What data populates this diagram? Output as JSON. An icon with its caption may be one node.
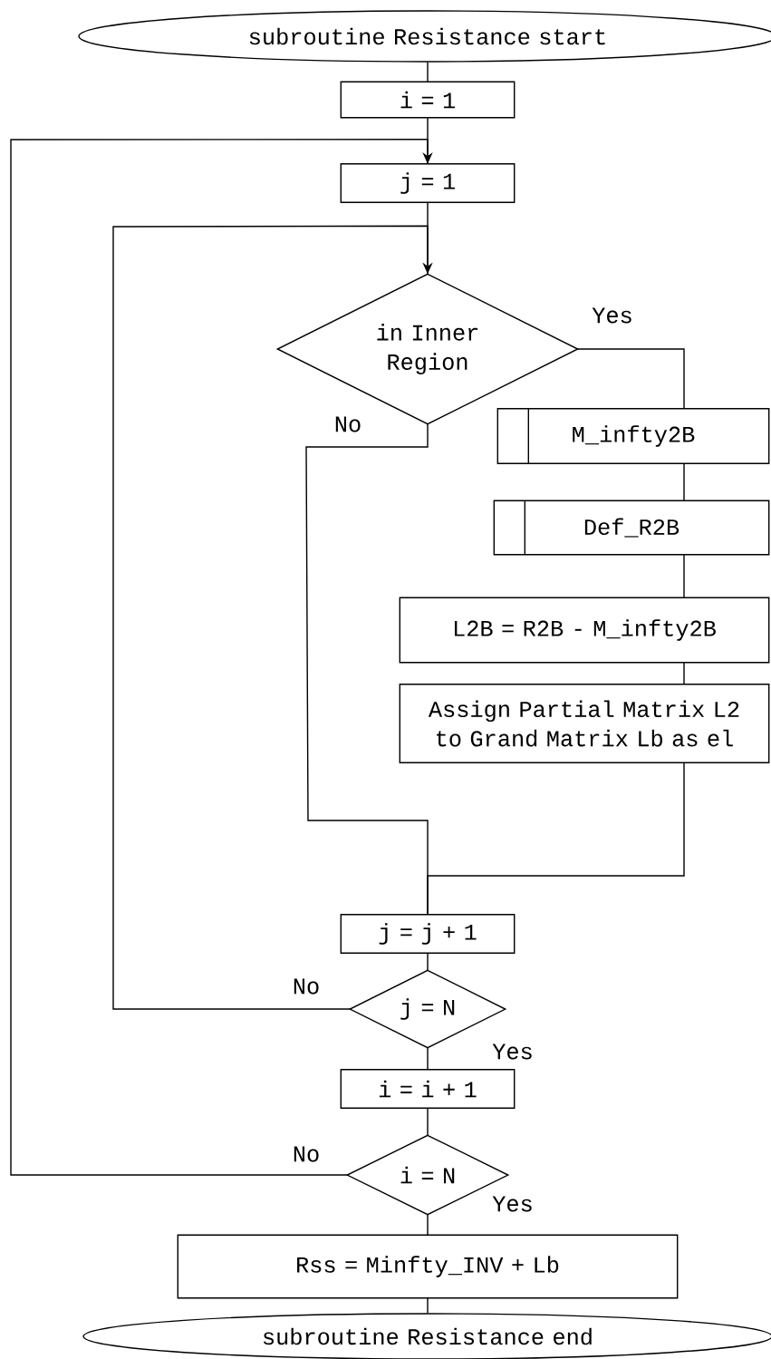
{
  "diagram": {
    "nodes": [
      {
        "text": [
          "subroutine Resistance start"
        ]
      },
      {
        "text": [
          "i = 1"
        ]
      },
      {
        "text": [
          "j = 1"
        ]
      },
      {
        "text": [
          "in Inner Region"
        ]
      },
      {
        "text": [
          "M_infty2B"
        ]
      },
      {
        "text": [
          "Def_R2B"
        ]
      },
      {
        "text": [
          "L2B = R2B - M_infty2B"
        ]
      },
      {
        "text": [
          "Assign Partial Matrix L2 to Grand Matrix Lb as el"
        ]
      },
      {
        "text": [
          "j = j + 1"
        ]
      },
      {
        "text": [
          "j = N"
        ]
      },
      {
        "text": [
          "i = i + 1"
        ]
      },
      {
        "text": [
          "i = N"
        ]
      },
      {
        "text": [
          "Rss = Minfty_INV + Lb"
        ]
      },
      {
        "text": [
          "subroutine Resistance end"
        ]
      }
    ],
    "edges": [
      {
        "from": 0,
        "to": 1,
        "arrow": "none"
      },
      {
        "from": 1,
        "to": 2,
        "arrow": "none"
      },
      {
        "from": 2,
        "to": 3,
        "arrow": "none"
      },
      {
        "from": 3,
        "to": 4,
        "arrow": "none",
        "label": "Yes"
      },
      {
        "from": 4,
        "to": 5,
        "arrow": "none"
      },
      {
        "from": 5,
        "to": 6,
        "arrow": "none"
      },
      {
        "from": 6,
        "to": 7,
        "arrow": "none"
      },
      {
        "from": 7,
        "to": 8,
        "arrow": "none"
      },
      {
        "from": 3,
        "to": 8,
        "arrow": "none",
        "label": "No"
      },
      {
        "from": 8,
        "to": 9,
        "arrow": "none"
      },
      {
        "from": 9,
        "to": 3,
        "arrow": "to",
        "label": "No"
      },
      {
        "from": 9,
        "to": 10,
        "arrow": "none",
        "label": "Yes"
      },
      {
        "from": 10,
        "to": 11,
        "arrow": "none"
      },
      {
        "from": 11,
        "to": 2,
        "arrow": "to",
        "label": "No"
      },
      {
        "from": 11,
        "to": 12,
        "arrow": "none",
        "label": "Yes"
      },
      {
        "from": 12,
        "to": 13,
        "arrow": "none"
      }
    ]
  }
}
